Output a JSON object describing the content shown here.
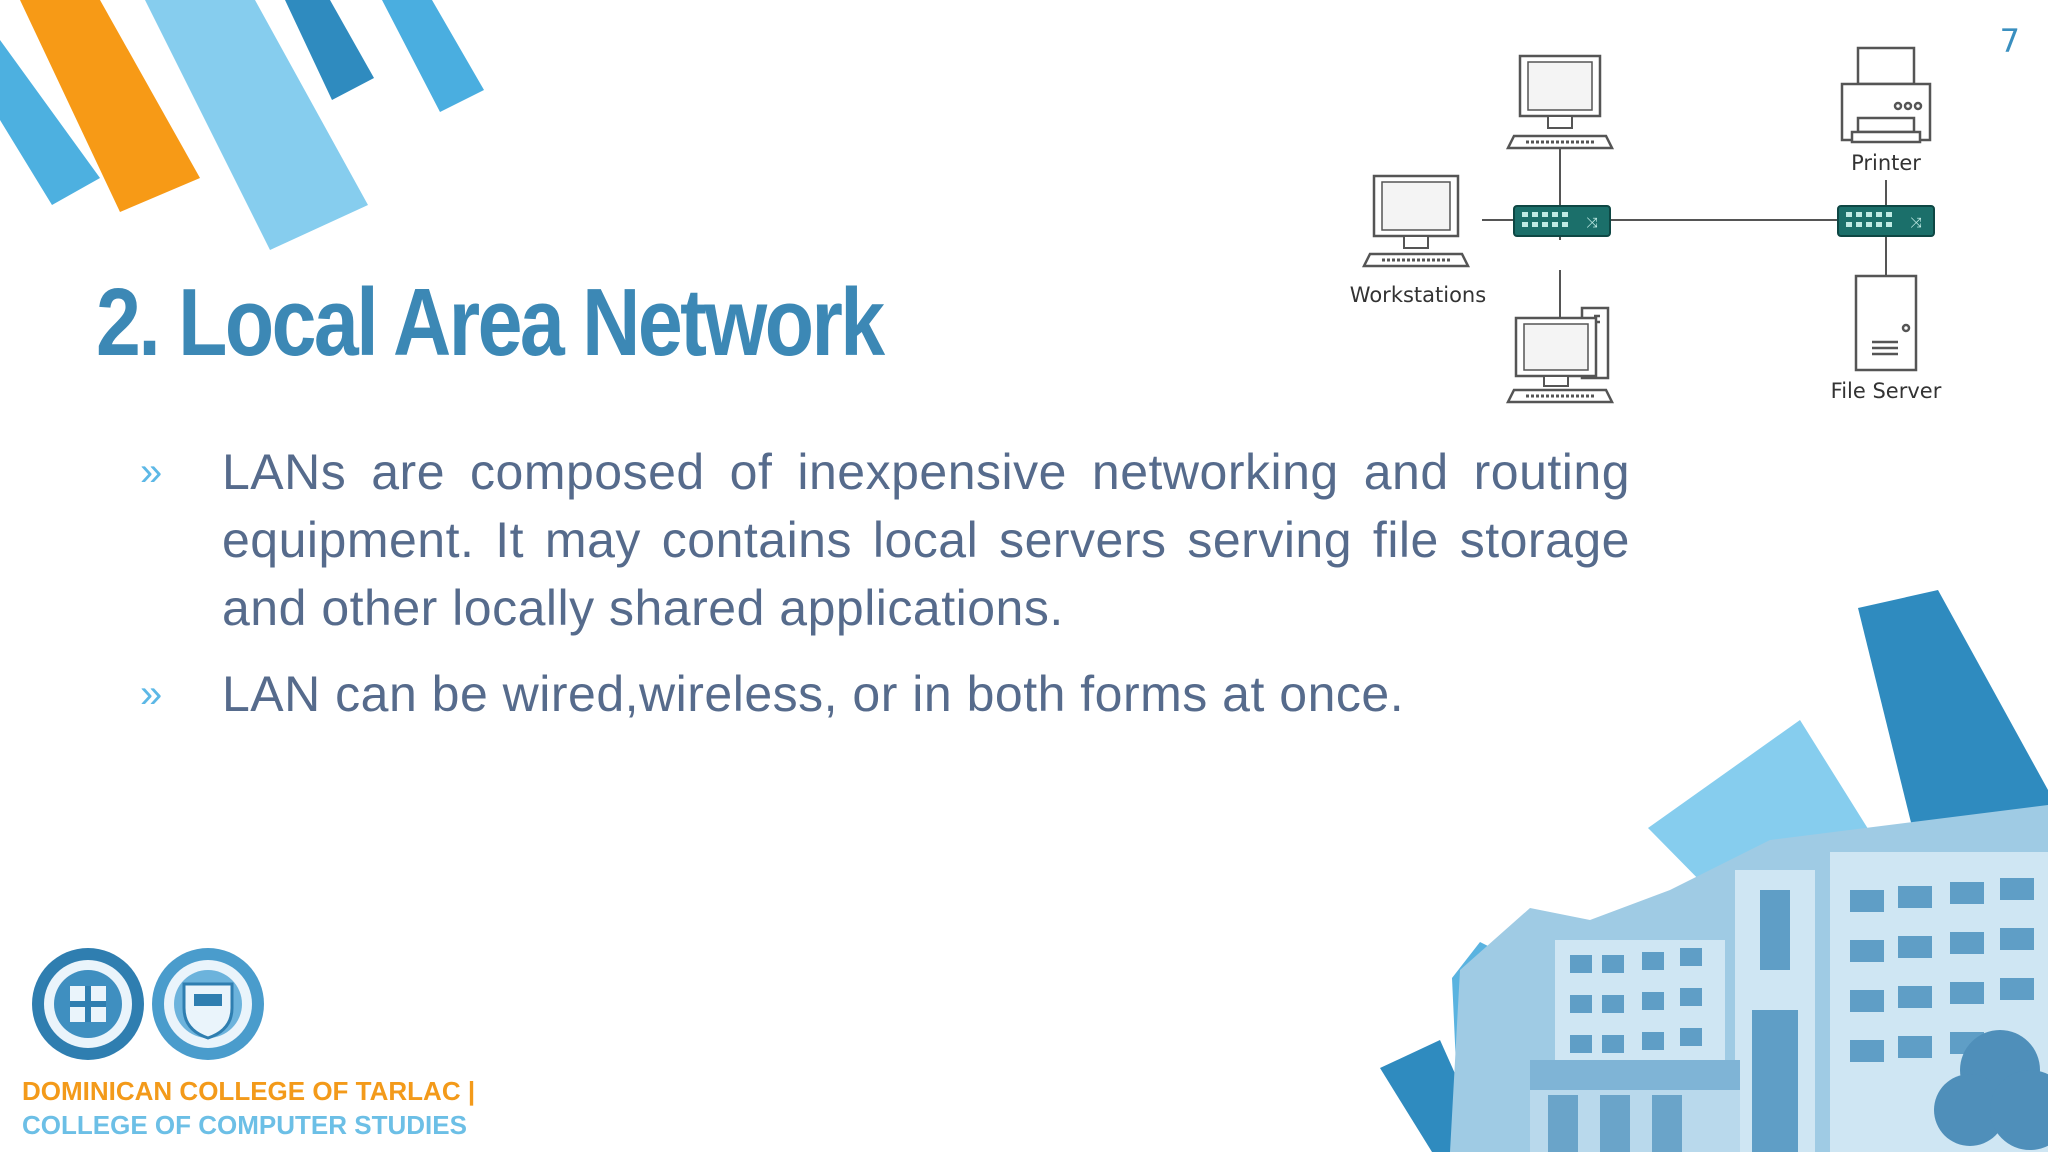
{
  "slide": {
    "page_number": "7",
    "title": "2. Local Area Network",
    "bullets": [
      {
        "marker": "»",
        "text": "LANs are composed of inexpensive networking and routing equipment. It may contains local servers serving file storage and other locally shared applications."
      },
      {
        "marker": "»",
        "text": "LAN can be wired,wireless, or in both forms at once."
      }
    ]
  },
  "diagram": {
    "labels": {
      "workstations": "Workstations",
      "printer": "Printer",
      "file_server": "File Server"
    }
  },
  "footer": {
    "line1": "DOMINICAN COLLEGE OF TARLAC |",
    "line2": "COLLEGE OF COMPUTER STUDIES"
  },
  "colors": {
    "title": "#3c88b5",
    "body_text": "#566b8c",
    "accent_orange": "#f39a1a",
    "accent_light_blue": "#86cdee",
    "accent_blue": "#4aaee0",
    "accent_dark_blue": "#2f8bbf",
    "switch_teal": "#1b6f6a"
  }
}
